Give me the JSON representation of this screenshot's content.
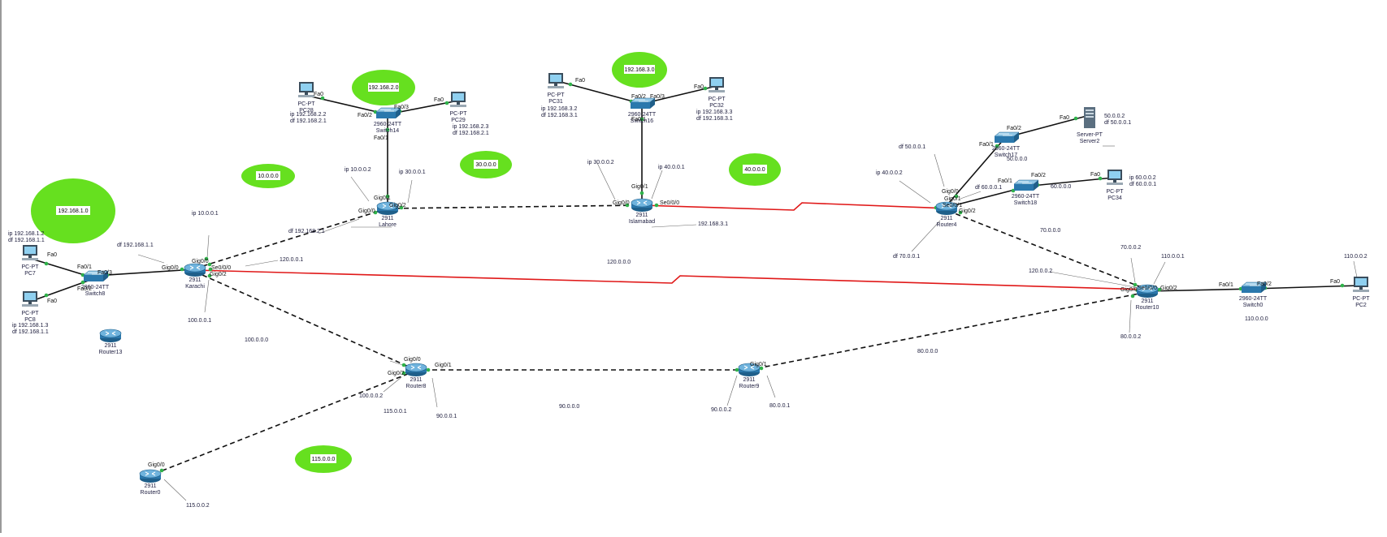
{
  "subnet_bubbles": [
    "192.168.1.0",
    "192.168.2.0",
    "192.168.3.0",
    "10.0.0.0",
    "30.0.0.0",
    "40.0.0.0",
    "115.0.0.0"
  ],
  "routers": [
    {
      "id": "karachi",
      "model": "2911",
      "name": "Karachi"
    },
    {
      "id": "lahore",
      "model": "2911",
      "name": "Lahore"
    },
    {
      "id": "islamabad",
      "model": "2911",
      "name": "Islamabad"
    },
    {
      "id": "router4",
      "model": "2911",
      "name": "Router4"
    },
    {
      "id": "router10",
      "model": "2911",
      "name": "Router10"
    },
    {
      "id": "router8",
      "model": "2911",
      "name": "Router8"
    },
    {
      "id": "router9",
      "model": "2911",
      "name": "Router9"
    },
    {
      "id": "router0",
      "model": "2911",
      "name": "Router0"
    },
    {
      "id": "router13",
      "model": "2911",
      "name": "Router13"
    }
  ],
  "switches": [
    {
      "id": "switch8",
      "model": "2960-24TT",
      "name": "Switch8"
    },
    {
      "id": "switch14",
      "model": "2960-24TT",
      "name": "Switch14"
    },
    {
      "id": "switch16",
      "model": "2960-24TT",
      "name": "Switch16"
    },
    {
      "id": "switch17",
      "model": "2960-24TT",
      "name": "Switch17"
    },
    {
      "id": "switch18",
      "model": "2960-24TT",
      "name": "Switch18"
    },
    {
      "id": "switch0",
      "model": "2960-24TT",
      "name": "Switch0"
    }
  ],
  "hosts": [
    {
      "id": "pc7",
      "model": "PC-PT",
      "name": "PC7"
    },
    {
      "id": "pc8",
      "model": "PC-PT",
      "name": "PC8"
    },
    {
      "id": "pc28",
      "model": "PC-PT",
      "name": "PC28"
    },
    {
      "id": "pc29",
      "model": "PC-PT",
      "name": "PC29"
    },
    {
      "id": "pc31",
      "model": "PC-PT",
      "name": "PC31"
    },
    {
      "id": "pc32",
      "model": "PC-PT",
      "name": "PC32"
    },
    {
      "id": "pc34",
      "model": "PC-PT",
      "name": "PC34"
    },
    {
      "id": "pc2",
      "model": "PC-PT",
      "name": "PC2"
    },
    {
      "id": "server2",
      "model": "Server-PT",
      "name": "Server2"
    }
  ],
  "ip_notes": {
    "pc7_ip": "ip 192.168.1.2",
    "pc7_gw": "df 192.168.1.1",
    "pc8_ip": "ip 192.168.1.3",
    "pc8_gw": "df 192.168.1.1",
    "pc28_ip": "ip 192.168.2.2",
    "pc28_gw": "df 192.168.2.1",
    "pc29_ip": "ip 192.168.2.3",
    "pc29_gw": "df 192.168.2.1",
    "pc31_ip": "ip 192.168.3.2",
    "pc31_gw": "df 192.168.3.1",
    "pc32_ip": "ip 192.168.3.3",
    "pc32_gw": "df 192.168.3.1",
    "server_ip": "50.0.0.2",
    "server_gw": "df 50.0.0.1",
    "pc34_ip": "ip 60.0.0.2",
    "pc34_gw": "df 60.0.0.1",
    "karachi_g00": "df 192.168.1.1",
    "karachi_ip10": "ip 10.0.0.1",
    "karachi_120": "120.0.0.1",
    "karachi_100": "100.0.0.1",
    "lahore_df": "df 192.168.2.1",
    "lahore_ip10": "ip 10.0.0.2",
    "lahore_ip30": "ip 30.0.0.1",
    "isl_ip30": "ip 30.0.0.2",
    "isl_ip40": "ip  40.0.0.1",
    "isl_df": "192.168.3.1",
    "r4_ip40": "ip 40.0.0.2",
    "r4_df50": "df 50.0.0.1",
    "r4_df60": "df 60.0.0.1",
    "r4_df70": "df 70.0.0.1",
    "net_50": "50.0.0.0",
    "net_60": "60.0.0.0",
    "net_70": "70.0.0.0",
    "net_120": "120.0.0.0",
    "net_100": "100.0.0.0",
    "net_90": "90.0.0.0",
    "net_80": "80.0.0.0",
    "net_110": "110.0.0.0",
    "r10_70": "70.0.0.2",
    "r10_110": "110.0.0.1",
    "r10_120": "120.0.0.2",
    "r10_80": "80.0.0.2",
    "pc2_ip": "110.0.0.2",
    "r8_100": "100.0.0.2",
    "r8_115": "115.0.0.1",
    "r8_90": "90.0.0.1",
    "r9_90": "90.0.0.2",
    "r9_80": "80.0.0.1",
    "r0_115": "115.0.0.2"
  },
  "ports": {
    "fa0": "Fa0",
    "fa01": "Fa0/1",
    "fa02": "Fa0/2",
    "fa03": "Fa0/3",
    "gig00": "Gig0/0",
    "gig01": "Gig0/1",
    "gig02": "Gig0/2",
    "se000": "Se0/0/0",
    "se001": "Se0/0/1"
  },
  "colors": {
    "bubble": "#66e01f",
    "serial": "#e01818",
    "copper": "#111111",
    "port_dot": "#2fb24a",
    "device": "#2a6f9e"
  }
}
